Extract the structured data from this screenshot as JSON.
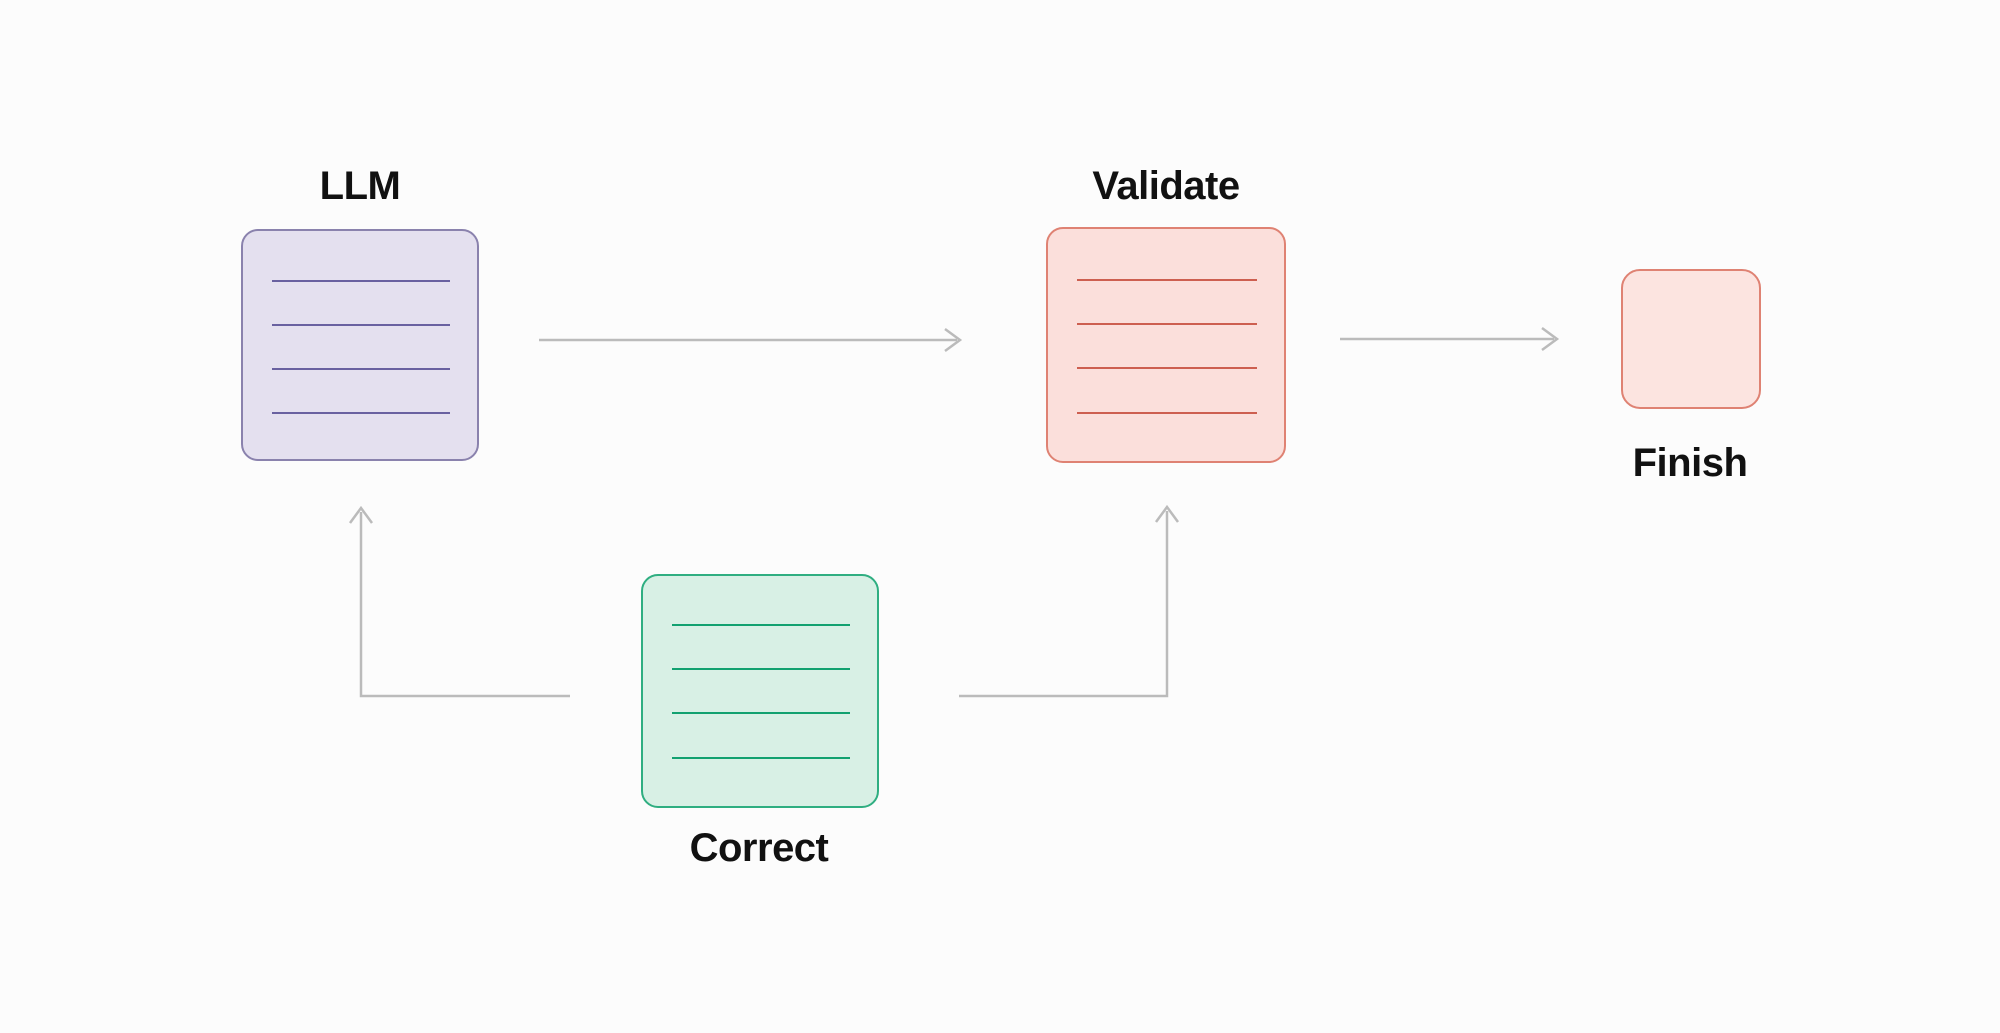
{
  "diagram": {
    "title": "LLM validation loop flowchart",
    "canvas": {
      "background": "#fcfcfc"
    },
    "nodes": {
      "llm": {
        "label": "LLM",
        "fill": "#e4e0ef",
        "border": "#8a82ad",
        "line": "#6961a0",
        "lines_count": 4
      },
      "validate": {
        "label": "Validate",
        "fill": "#fbdfdb",
        "border": "#df8273",
        "line": "#cd5f50",
        "lines_count": 4
      },
      "correct": {
        "label": "Correct",
        "fill": "#d8f0e5",
        "border": "#2fae81",
        "line": "#12a170",
        "lines_count": 4
      },
      "finish": {
        "label": "Finish",
        "fill": "#fce4e0",
        "border": "#df8273",
        "lines_count": 0
      }
    },
    "edges": [
      {
        "from": "LLM",
        "to": "Validate"
      },
      {
        "from": "Validate",
        "to": "Finish"
      },
      {
        "from": "Correct",
        "to": "LLM"
      },
      {
        "from": "Correct",
        "to": "Validate"
      }
    ],
    "connectors": {
      "color": "#bbbbbb"
    },
    "text_color": "#111111"
  }
}
